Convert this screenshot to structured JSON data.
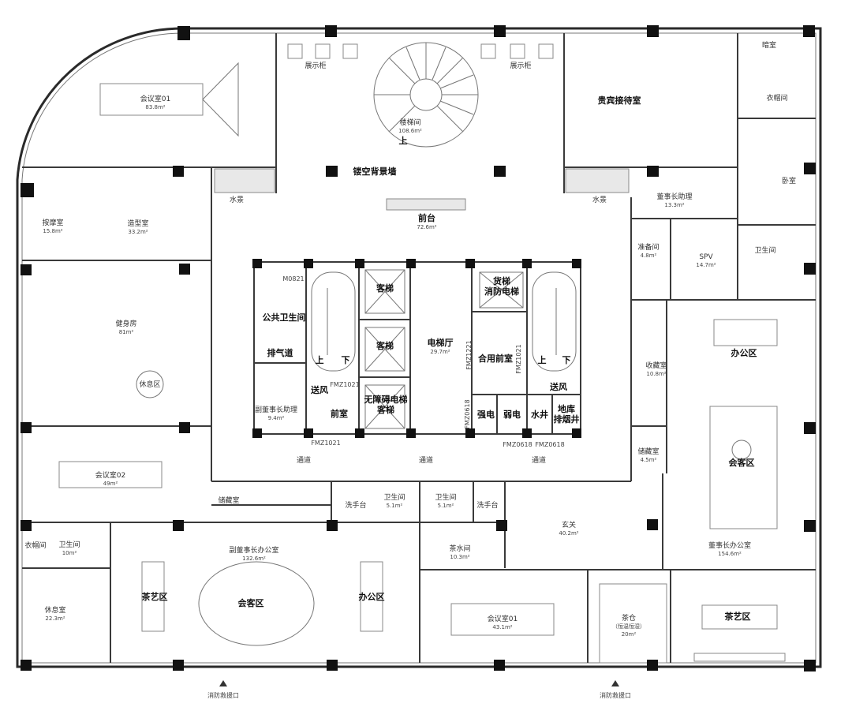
{
  "rooms": [
    {
      "name": "会议室01",
      "area": "83.8m²"
    },
    {
      "name": "楼梯间",
      "area": "108.6m²"
    },
    {
      "name": "贵宾接待室",
      "area": ""
    },
    {
      "name": "暗室",
      "area": ""
    },
    {
      "name": "衣帽间",
      "area": ""
    },
    {
      "name": "卧室",
      "area": ""
    },
    {
      "name": "董事长助理",
      "area": "13.3m²"
    },
    {
      "name": "按摩室",
      "area": "15.8m²"
    },
    {
      "name": "造型室",
      "area": "33.2m²"
    },
    {
      "name": "前台",
      "area": "72.6m²"
    },
    {
      "name": "准备间",
      "area": "4.8m²"
    },
    {
      "name": "SPV",
      "area": "14.7m²"
    },
    {
      "name": "卫生间",
      "area": ""
    },
    {
      "name": "健身房",
      "area": "81m²"
    },
    {
      "name": "休息区",
      "area": ""
    },
    {
      "name": "会议室02",
      "area": "49m²"
    },
    {
      "name": "副董事长助理",
      "area": "9.4m²"
    },
    {
      "name": "电梯厅",
      "area": "29.7m²"
    },
    {
      "name": "收藏室",
      "area": "10.8m²"
    },
    {
      "name": "储藏室",
      "area": "4.5m²"
    },
    {
      "name": "办公区",
      "area": ""
    },
    {
      "name": "会客区",
      "area": ""
    },
    {
      "name": "储藏室",
      "area": ""
    },
    {
      "name": "卫生间",
      "area": "5.1m²"
    },
    {
      "name": "卫生间",
      "area": "5.1m²"
    },
    {
      "name": "玄关",
      "area": "40.2m²"
    },
    {
      "name": "衣帽间",
      "area": ""
    },
    {
      "name": "卫生间",
      "area": "10m²"
    },
    {
      "name": "副董事长办公室",
      "area": "132.6m²"
    },
    {
      "name": "茶水间",
      "area": "10.3m²"
    },
    {
      "name": "董事长办公室",
      "area": "154.6m²"
    },
    {
      "name": "休息室",
      "area": "22.3m²"
    },
    {
      "name": "茶艺区",
      "area": ""
    },
    {
      "name": "会客区",
      "area": ""
    },
    {
      "name": "办公区",
      "area": ""
    },
    {
      "name": "会议室01",
      "area": "43.1m²"
    },
    {
      "name": "茶仓",
      "area": "20m²",
      "note": "（恒温恒湿）"
    },
    {
      "name": "茶艺区",
      "area": ""
    }
  ],
  "features": {
    "display_cabinet": "展示柜",
    "hollow_wall": "镂空背景墙",
    "water_feature": "水景",
    "up": "上",
    "down": "下",
    "corridor": "通道",
    "fire_rescue": "消防救援口"
  },
  "core": {
    "public_wc": "公共卫生间",
    "exhaust": "排气道",
    "air_supply": "送风",
    "anteroom": "前室",
    "passenger_lift": "客梯",
    "accessible_lift_1": "无障碍电梯",
    "accessible_lift_2": "客梯",
    "freight_lift_1": "货梯",
    "freight_lift_2": "消防电梯",
    "shared_anteroom": "合用前室",
    "strong_current": "强电",
    "weak_current": "弱电",
    "water_well": "水井",
    "smoke_shaft_1": "地库",
    "smoke_shaft_2": "排烟井",
    "door_m0821": "M0821",
    "door_fmz1021": "FMZ1021",
    "door_fmz1221": "FMZ1221",
    "door_fmz0618": "FMZ0618",
    "washbasin": "洗手台"
  }
}
